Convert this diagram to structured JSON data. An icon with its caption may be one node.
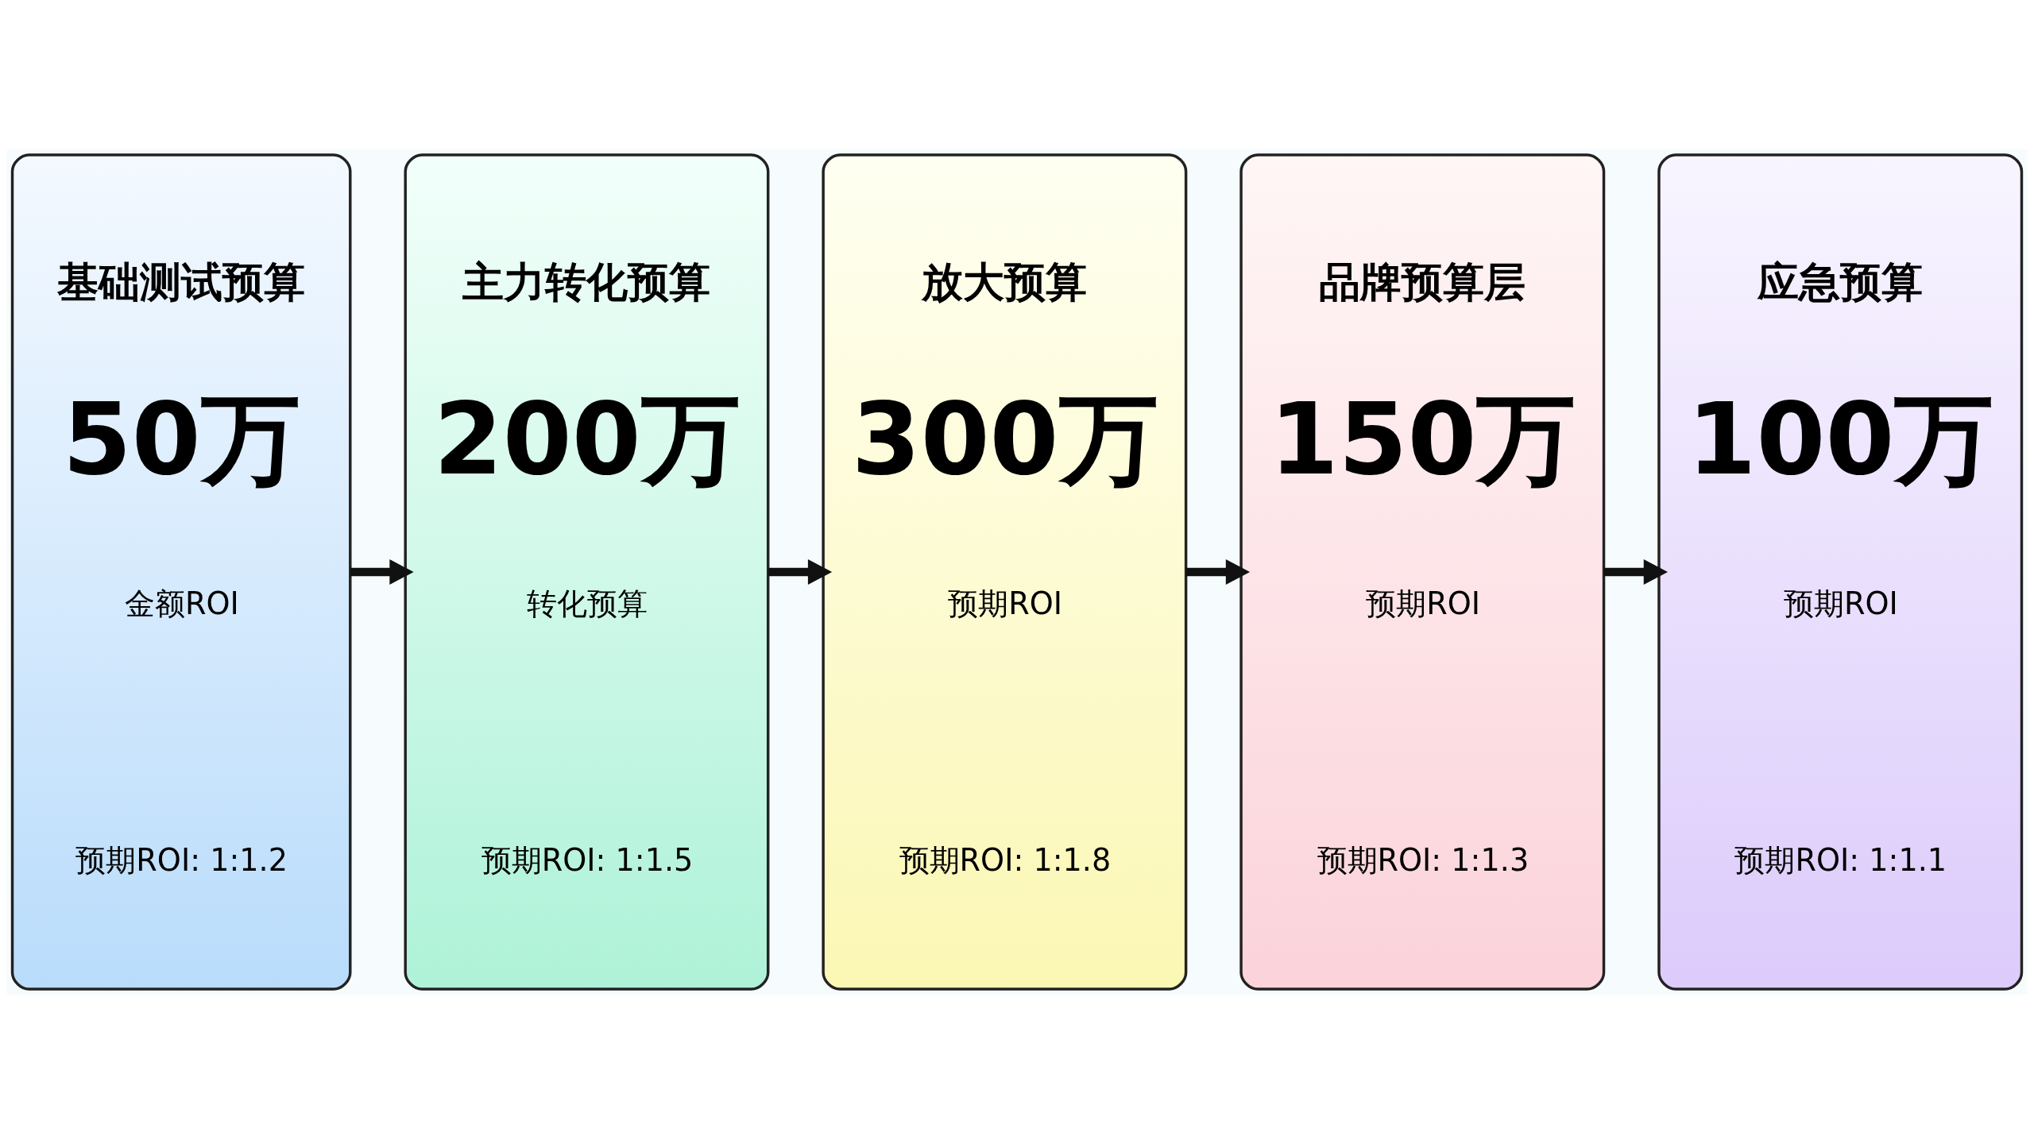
{
  "diagram": {
    "nodes": [
      {
        "text": [
          "基础测试预算",
          "50万",
          "金额ROI",
          "预期ROI: 1:1.2"
        ]
      },
      {
        "text": [
          "主力转化预算",
          "200万",
          "转化预算",
          "预期ROI: 1:1.5"
        ]
      },
      {
        "text": [
          "放大预算",
          "300万",
          "预期ROI",
          "预期ROI: 1:1.8"
        ]
      },
      {
        "text": [
          "品牌预算层",
          "150万",
          "预期ROI",
          "预期ROI: 1:1.3"
        ]
      },
      {
        "text": [
          "应急预算",
          "100万",
          "预期ROI",
          "预期ROI: 1:1.1"
        ]
      }
    ],
    "edges": [
      {
        "from": 0,
        "to": 1,
        "arrow": "to"
      },
      {
        "from": 1,
        "to": 2,
        "arrow": "to"
      },
      {
        "from": 2,
        "to": 3,
        "arrow": "to"
      },
      {
        "from": 3,
        "to": 4,
        "arrow": "to"
      }
    ]
  }
}
